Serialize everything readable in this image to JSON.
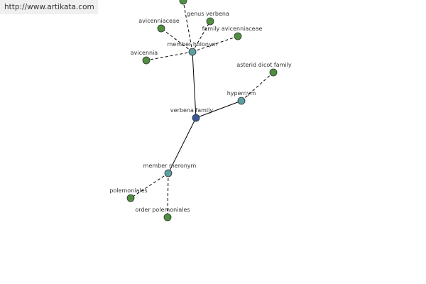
{
  "watermark": {
    "text": "http://www.artikata.com"
  },
  "colors": {
    "center": "#3b5998",
    "relation": "#5f9ea0",
    "leaf": "#4f8f3f"
  },
  "nodes": [
    {
      "id": "verbena-family",
      "label": "verbena family",
      "kind": "center"
    },
    {
      "id": "member-holonym",
      "label": "member holonym",
      "kind": "relation"
    },
    {
      "id": "hypernym",
      "label": "hypernym",
      "kind": "relation"
    },
    {
      "id": "member-meronym",
      "label": "member meronym",
      "kind": "relation"
    },
    {
      "id": "genus-verbena",
      "label": "genus verbena",
      "kind": "leaf"
    },
    {
      "id": "avicenniaceae",
      "label": "avicenniaceae",
      "kind": "leaf"
    },
    {
      "id": "family-avicenniaceae",
      "label": "family avicenniaceae",
      "kind": "leaf"
    },
    {
      "id": "avicennia",
      "label": "avicennia",
      "kind": "leaf"
    },
    {
      "id": "top-offscreen",
      "label": "",
      "kind": "leaf"
    },
    {
      "id": "asterid-dicot-family",
      "label": "asterid dicot family",
      "kind": "leaf"
    },
    {
      "id": "polemoniales",
      "label": "polemoniales",
      "kind": "leaf"
    },
    {
      "id": "order-polemoniales",
      "label": "order polemoniales",
      "kind": "leaf"
    }
  ],
  "edges": [
    {
      "from": "verbena-family",
      "to": "member-holonym",
      "style": "solid"
    },
    {
      "from": "verbena-family",
      "to": "hypernym",
      "style": "solid"
    },
    {
      "from": "verbena-family",
      "to": "member-meronym",
      "style": "solid"
    },
    {
      "from": "member-holonym",
      "to": "genus-verbena",
      "style": "dashed"
    },
    {
      "from": "member-holonym",
      "to": "avicenniaceae",
      "style": "dashed"
    },
    {
      "from": "member-holonym",
      "to": "family-avicenniaceae",
      "style": "dashed"
    },
    {
      "from": "member-holonym",
      "to": "avicennia",
      "style": "dashed"
    },
    {
      "from": "member-holonym",
      "to": "top-offscreen",
      "style": "dashed"
    },
    {
      "from": "hypernym",
      "to": "asterid-dicot-family",
      "style": "dashed"
    },
    {
      "from": "member-meronym",
      "to": "polemoniales",
      "style": "dashed"
    },
    {
      "from": "member-meronym",
      "to": "order-polemoniales",
      "style": "dashed"
    }
  ]
}
